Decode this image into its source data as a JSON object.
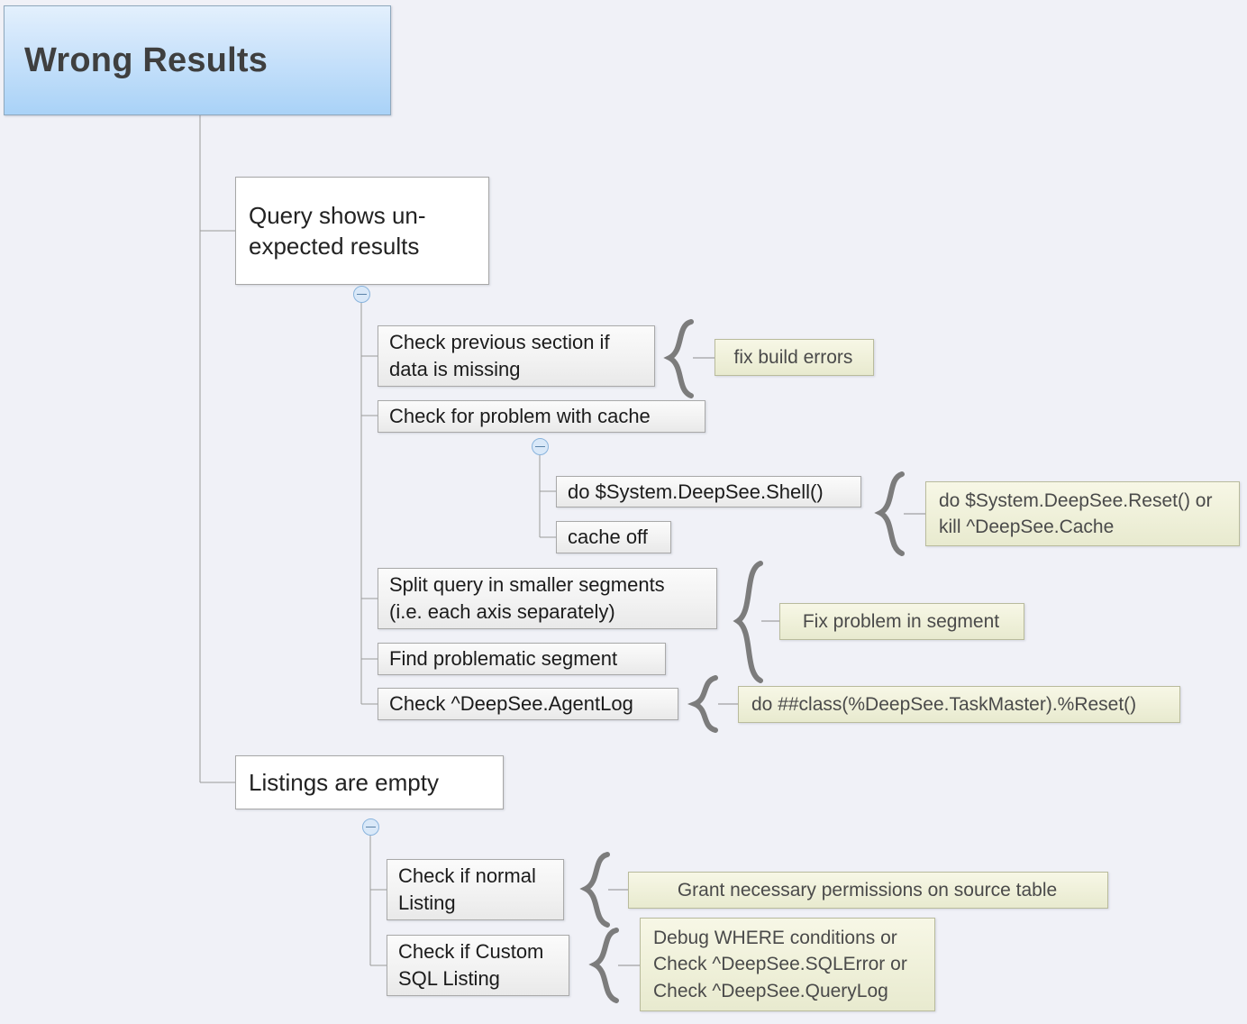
{
  "diagram": {
    "title": "Wrong Results",
    "background_color": "#f0f1f7",
    "root_accent_color": "#a9d2f7",
    "callout_color": "#eff0d9"
  },
  "root": {
    "label": "Wrong Results"
  },
  "branches": [
    {
      "label": "Query shows un-\nexpected results",
      "toggle": "collapse-toggle",
      "children": [
        {
          "label": "Check previous section if\ndata is missing",
          "callouts": [
            {
              "label": "fix build errors"
            }
          ]
        },
        {
          "label": "Check for problem with cache",
          "toggle": "collapse-toggle",
          "children": [
            {
              "label": "do $System.DeepSee.Shell()"
            },
            {
              "label": "cache off"
            }
          ],
          "group_callouts": [
            {
              "label": "do $System.DeepSee.Reset() or\nkill ^DeepSee.Cache"
            }
          ]
        },
        {
          "label": "Split query in smaller segments\n(i.e. each axis separately)"
        },
        {
          "label": "Find problematic segment"
        },
        {
          "label": "Check ^DeepSee.AgentLog",
          "callouts": [
            {
              "label": "do ##class(%DeepSee.TaskMaster).%Reset()"
            }
          ]
        }
      ],
      "group_callouts": [
        {
          "label": "Fix problem in segment"
        }
      ]
    },
    {
      "label": "Listings are empty",
      "toggle": "collapse-toggle",
      "children": [
        {
          "label": "Check if normal\nListing",
          "callouts": [
            {
              "label": "Grant necessary permissions on source table"
            }
          ]
        },
        {
          "label": "Check if Custom\nSQL Listing",
          "callouts": [
            {
              "label": "Debug WHERE conditions or\nCheck ^DeepSee.SQLError or\nCheck ^DeepSee.QueryLog"
            }
          ]
        }
      ]
    }
  ]
}
